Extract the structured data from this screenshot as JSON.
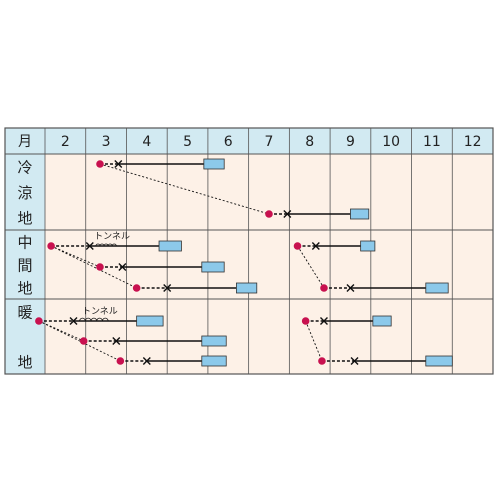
{
  "header": {
    "label": "月",
    "months": [
      "2",
      "3",
      "4",
      "5",
      "6",
      "7",
      "8",
      "9",
      "10",
      "11",
      "12"
    ]
  },
  "regions": [
    {
      "name": "冷涼地",
      "chars": [
        "冷",
        "涼",
        "地"
      ]
    },
    {
      "name": "中間地",
      "chars": [
        "中",
        "間",
        "地"
      ]
    },
    {
      "name": "暖地",
      "chars": [
        "暖",
        "",
        "地"
      ]
    }
  ],
  "annotations": {
    "tunnel": "トンネル"
  },
  "legend_symbols": {
    "sowing": "circle",
    "planting": "cross",
    "harvest": "rectangle",
    "tunnel": "arcs"
  },
  "schedules": [
    {
      "region": 0,
      "row": 0,
      "sow": 3.35,
      "plant": 3.8,
      "grow_end": 5.9,
      "harvest_start": 5.9,
      "harvest_end": 6.4,
      "tunnel": false
    },
    {
      "region": 0,
      "row": 1,
      "sow": 7.5,
      "plant": 7.95,
      "grow_end": 9.5,
      "harvest_start": 9.5,
      "harvest_end": 9.95,
      "tunnel": false
    },
    {
      "region": 1,
      "row": 0,
      "sow": 2.15,
      "plant": 3.1,
      "grow_end": 4.8,
      "harvest_start": 4.8,
      "harvest_end": 5.35,
      "tunnel": true,
      "tunnel_from": 3.25,
      "tunnel_to": 3.75
    },
    {
      "region": 1,
      "row": 1,
      "sow": 3.35,
      "plant": 3.9,
      "grow_end": 5.85,
      "harvest_start": 5.85,
      "harvest_end": 6.4,
      "tunnel": false
    },
    {
      "region": 1,
      "row": 2,
      "sow": 4.25,
      "plant": 5.0,
      "grow_end": 6.7,
      "harvest_start": 6.7,
      "harvest_end": 7.2,
      "tunnel": false
    },
    {
      "region": 1,
      "row": 3,
      "sow": 8.2,
      "plant": 8.65,
      "grow_end": 9.75,
      "harvest_start": 9.75,
      "harvest_end": 10.1,
      "tunnel": false
    },
    {
      "region": 1,
      "row": 4,
      "sow": 8.85,
      "plant": 9.5,
      "grow_end": 11.35,
      "harvest_start": 11.35,
      "harvest_end": 11.9,
      "tunnel": false
    },
    {
      "region": 2,
      "row": 0,
      "sow": 1.85,
      "plant": 2.7,
      "grow_end": 4.25,
      "harvest_start": 4.25,
      "harvest_end": 4.9,
      "tunnel": true,
      "tunnel_from": 2.85,
      "tunnel_to": 3.55
    },
    {
      "region": 2,
      "row": 1,
      "sow": 2.95,
      "plant": 3.75,
      "grow_end": 5.85,
      "harvest_start": 5.85,
      "harvest_end": 6.45,
      "tunnel": false
    },
    {
      "region": 2,
      "row": 2,
      "sow": 3.85,
      "plant": 4.5,
      "grow_end": 5.85,
      "harvest_start": 5.85,
      "harvest_end": 6.45,
      "tunnel": false
    },
    {
      "region": 2,
      "row": 3,
      "sow": 8.4,
      "plant": 8.85,
      "grow_end": 10.05,
      "harvest_start": 10.05,
      "harvest_end": 10.5,
      "tunnel": false
    },
    {
      "region": 2,
      "row": 4,
      "sow": 8.8,
      "plant": 9.6,
      "grow_end": 11.35,
      "harvest_start": 11.35,
      "harvest_end": 12.0,
      "tunnel": false
    }
  ],
  "links": [
    {
      "from": 0,
      "to": 1
    },
    {
      "from": 2,
      "to": 3
    },
    {
      "from": 2,
      "to": 4
    },
    {
      "from": 5,
      "to": 6
    },
    {
      "from": 7,
      "to": 8
    },
    {
      "from": 7,
      "to": 9
    },
    {
      "from": 10,
      "to": 11
    }
  ],
  "colors": {
    "header_bg": "#d2eaf2",
    "body_bg": "#fdf1e7",
    "grid": "#555555",
    "sow": "#c8114f",
    "harvest": "#8cc9ea",
    "line": "#111111"
  }
}
